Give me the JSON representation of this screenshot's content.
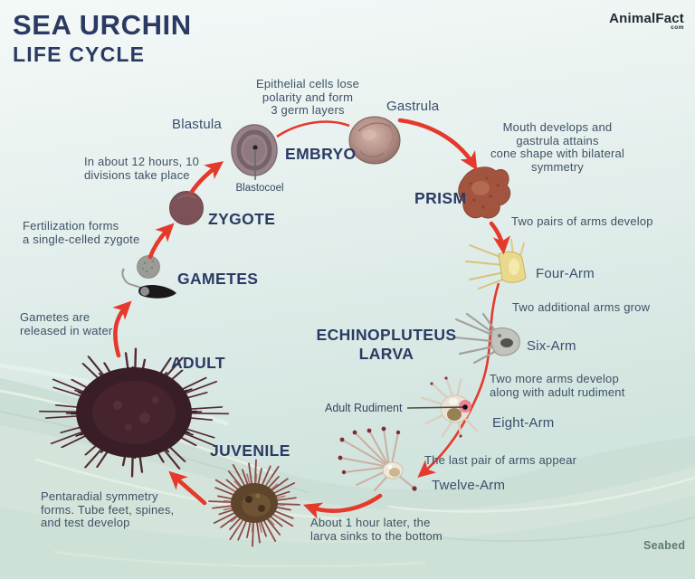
{
  "header": {
    "title_line1": "SEA URCHIN",
    "title_line2": "LIFE CYCLE",
    "logo": "AnimalFact",
    "logo_tld": "com"
  },
  "stages": {
    "gametes": "GAMETES",
    "zygote": "ZYGOTE",
    "embryo": "EMBRYO",
    "prism": "PRISM",
    "larva": "ECHINOPLUTEUS\nLARVA",
    "juvenile": "JUVENILE",
    "adult": "ADULT"
  },
  "substages": {
    "blastula": "Blastula",
    "gastrula": "Gastrula",
    "blastocoel": "Blastocoel",
    "four_arm": "Four-Arm",
    "six_arm": "Six-Arm",
    "eight_arm": "Eight-Arm",
    "twelve_arm": "Twelve-Arm",
    "adult_rudiment": "Adult Rudiment"
  },
  "notes": {
    "epithelial": "Epithelial cells lose\npolarity and form\n3 germ layers",
    "mouth": "Mouth develops and gastrula attains\ncone shape with bilateral symmetry",
    "two_pairs": "Two pairs of arms develop",
    "two_additional": "Two additional arms grow",
    "two_more": "Two more arms develop\nalong with adult rudiment",
    "last_pair": "The last pair of arms appear",
    "one_hour": "About 1 hour later, the\nlarva sinks to the bottom",
    "pentaradial": "Pentaradial symmetry\nforms. Tube feet, spines,\nand test develop",
    "released": "Gametes are\nreleased in water",
    "fertilization": "Fertilization forms\na single-celled zygote",
    "divisions": "In about 12 hours, 10\ndivisions take place"
  },
  "environment": {
    "seabed": "Seabed"
  },
  "colors": {
    "navy": "#2b3a63",
    "body_text": "#3e5166",
    "arrow_red": "#e5392c",
    "background_top": "#f4f9f8",
    "background_bottom": "#cadfd7",
    "sand": "#ccdfd6"
  }
}
